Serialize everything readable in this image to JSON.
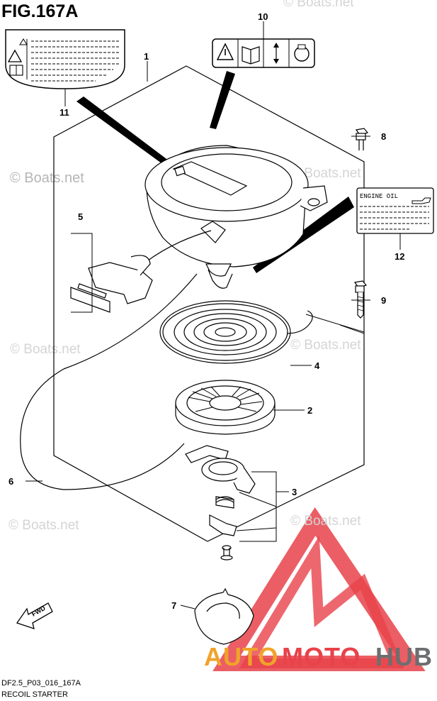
{
  "figure": {
    "title": "FIG.167A",
    "code": "DF2.5_P03_016_167A",
    "name": "RECOIL STARTER"
  },
  "callouts": [
    "1",
    "2",
    "3",
    "4",
    "5",
    "6",
    "7",
    "8",
    "9",
    "10",
    "11",
    "12"
  ],
  "labels": {
    "engine_oil_tag": "ENGINE OIL",
    "fwd_arrow": "FWD"
  },
  "watermarks": {
    "boats_net": "© Boats.net"
  },
  "brand": {
    "part1": "AUTO",
    "part2": "MOTO",
    "part3": "HUB",
    "colors": {
      "triangle": "#e8424a",
      "auto": "#f0a32a",
      "moto": "#e8424a",
      "hub": "#6d6e70"
    }
  }
}
